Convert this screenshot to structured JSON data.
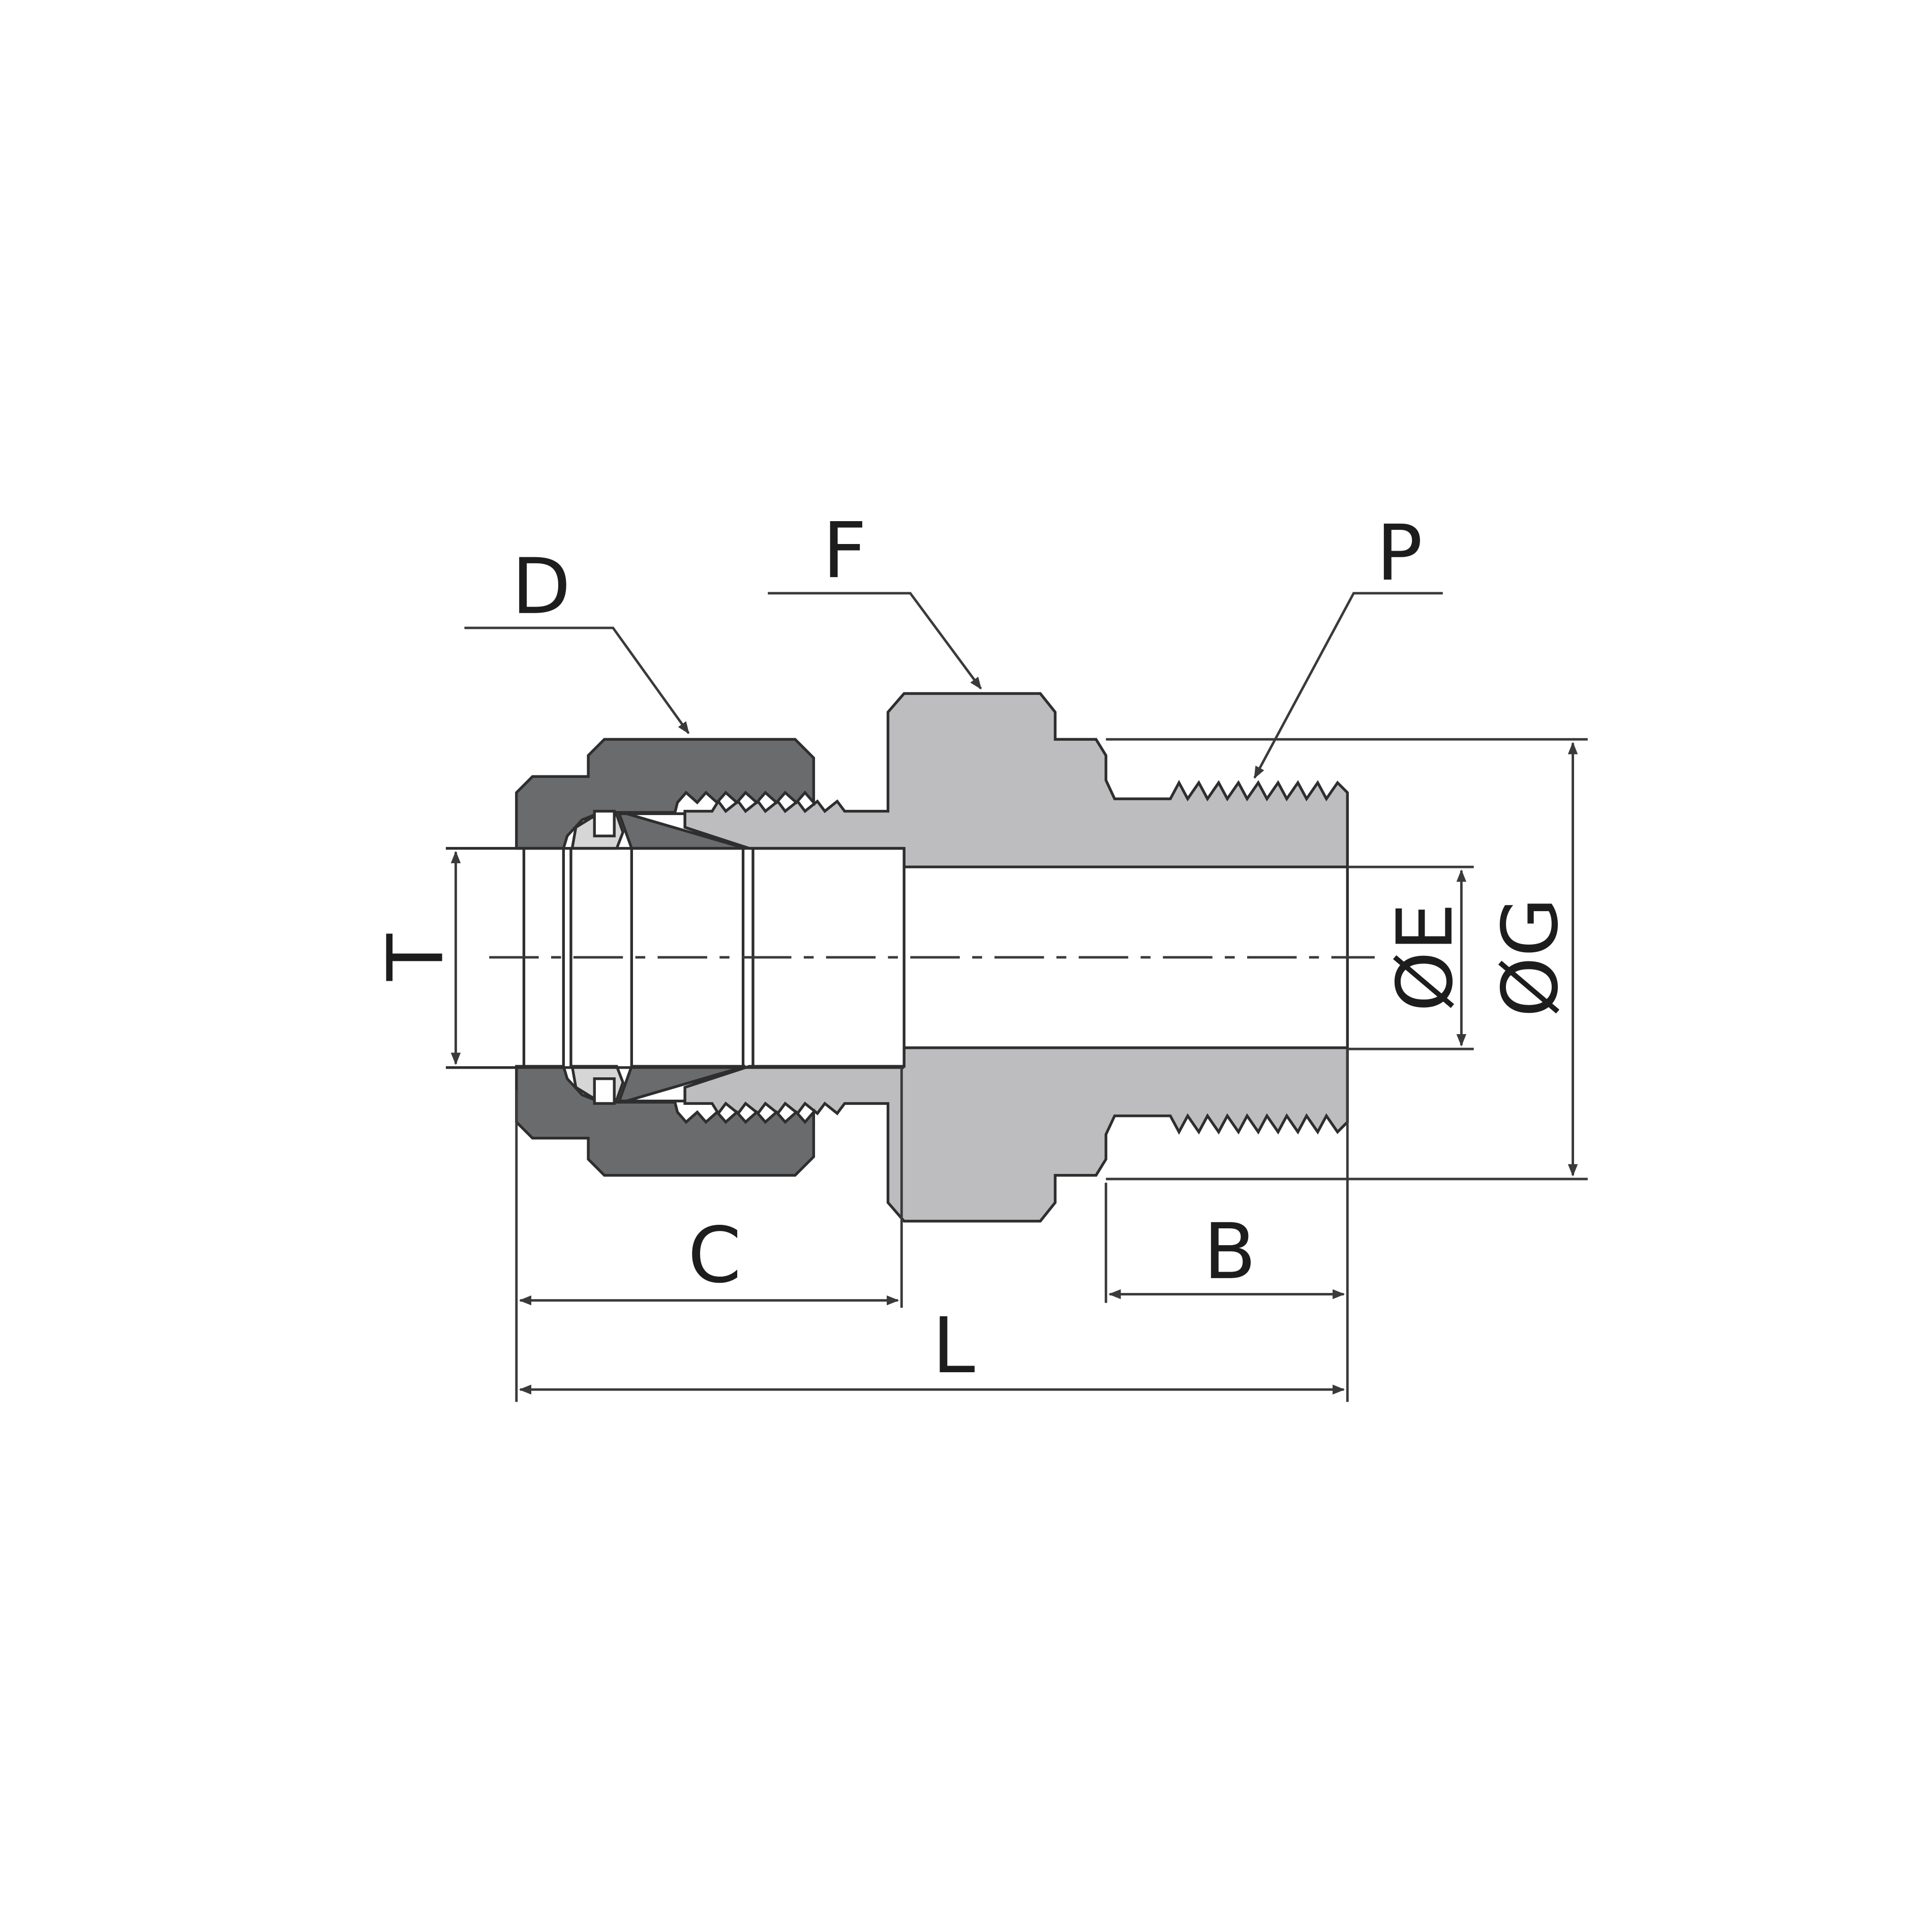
{
  "labels": {
    "nut": "D",
    "hex_body": "F",
    "pipe_thread": "P",
    "tube_od": "T",
    "bore_dia": "ØE",
    "thread_od": "ØG",
    "nut_length": "C",
    "thread_length": "B",
    "overall_length": "L"
  },
  "colors": {
    "nut": "#6a6b6d",
    "body": "#bdbdbf",
    "ferrule_back": "#d6d6d6",
    "outline": "#2e2e2e",
    "background": "#ffffff"
  }
}
